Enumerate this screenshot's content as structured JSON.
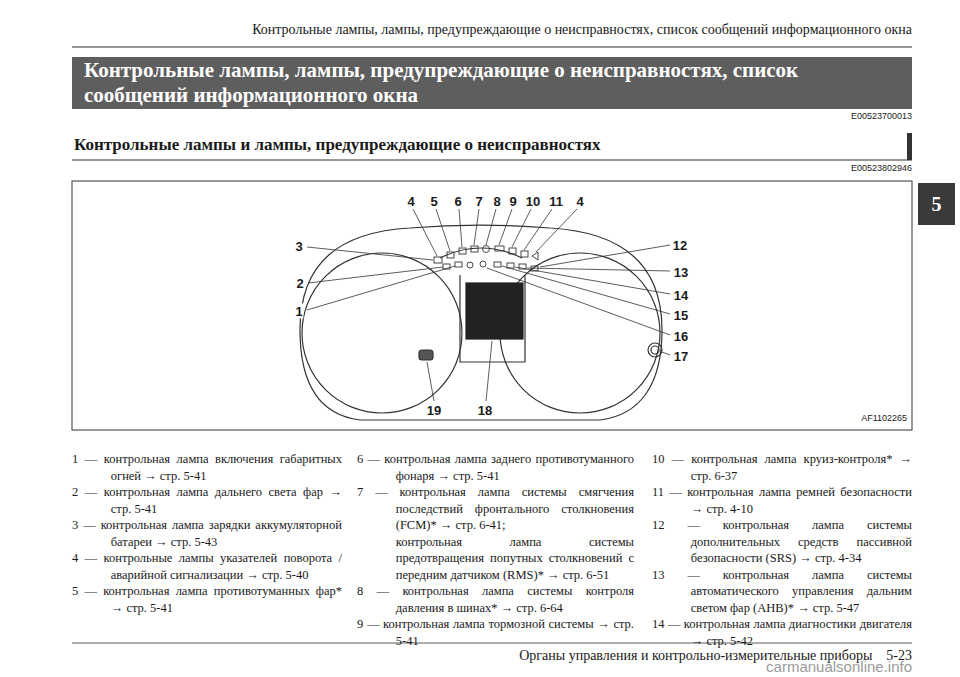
{
  "diagram": {
    "title": "Контрольные лампы, лампы, предупреждающие о неисправностях, список сообщений информационного окна",
    "nodes": [
      {
        "text": [
          "5"
        ]
      }
    ],
    "labels": [
      "Контрольные лампы, лампы, предупреждающие о неисправностях, список сообщений информационного окна",
      "E00523700013",
      "Контрольные лампы и лампы, предупреждающие о неисправностях",
      "E00523802946",
      "4",
      "5",
      "6",
      "7",
      "8",
      "9",
      "10",
      "11",
      "4",
      "3",
      "2",
      "1",
      "12",
      "13",
      "14",
      "15",
      "16",
      "17",
      "19",
      "18",
      "AF1102265",
      "1 — контрольная лампа включения габаритных огней → стр. 5-41",
      "2 — контрольная лампа дальнего света фар → стр. 5-41",
      "3 — контрольная лампа зарядки аккумуляторной батареи → стр. 5-43",
      "4 — контрольные лампы указателей поворота / аварийной сигнализации → стр. 5-40",
      "5 — контрольная лампа противотуманных фар* → стр. 5-41",
      "6 — контрольная лампа заднего противотуманного фонаря → стр. 5-41",
      "7 — контрольная лампа системы смягчения последствий фронтального столкновения (FCM)* → стр. 6-41;",
      "контрольная лампа системы предотвращения попутных столкновений с передним датчиком (RMS)* → стр. 6-51",
      "8 — контрольная лампа системы контроля давления в шинах* → стр. 6-64",
      "9 — контрольная лампа тормозной системы → стр. 5-41",
      "10 — контрольная лампа круиз-контроля* → стр. 6-37",
      "11 — контрольная лампа ремней безопасности → стр. 4-10",
      "12 — контрольная лампа системы дополнительных средств пассивной безопасности (SRS) → стр. 4-34",
      "13 — контрольная лампа системы автоматического управления дальним светом фар (AHB)* → стр. 5-47",
      "14 — контрольная лампа диагностики двигателя → стр. 5-42",
      "Органы управления и контрольно-измерительные приборы",
      "5-23",
      "carmanualsonline.info"
    ]
  }
}
